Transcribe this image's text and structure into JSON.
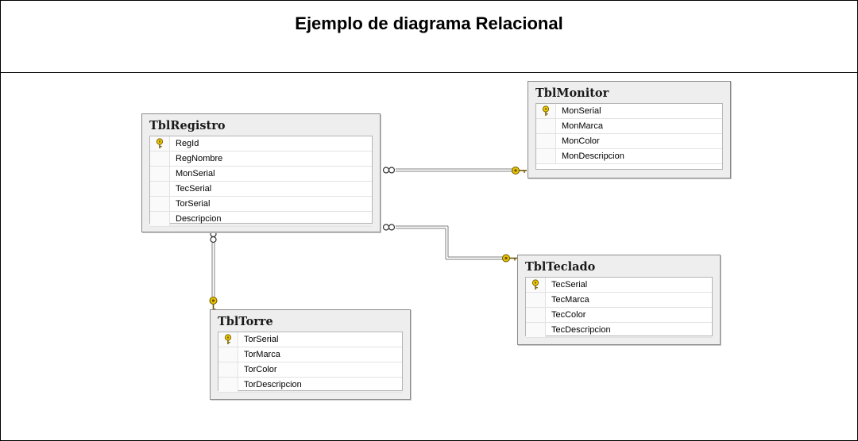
{
  "title": "Ejemplo de diagrama Relacional",
  "colors": {
    "table_bg": "#eeeeee",
    "line": "#808080",
    "key": "#e6c200"
  },
  "tables": {
    "registro": {
      "name": "TblRegistro",
      "fields": [
        "RegId",
        "RegNombre",
        "MonSerial",
        "TecSerial",
        "TorSerial",
        "Descripcion"
      ],
      "primary_key": "RegId"
    },
    "monitor": {
      "name": "TblMonitor",
      "fields": [
        "MonSerial",
        "MonMarca",
        "MonColor",
        "MonDescripcion"
      ],
      "primary_key": "MonSerial"
    },
    "teclado": {
      "name": "TblTeclado",
      "fields": [
        "TecSerial",
        "TecMarca",
        "TecColor",
        "TecDescripcion"
      ],
      "primary_key": "TecSerial"
    },
    "torre": {
      "name": "TblTorre",
      "fields": [
        "TorSerial",
        "TorMarca",
        "TorColor",
        "TorDescripcion"
      ],
      "primary_key": "TorSerial"
    }
  },
  "relationships": [
    {
      "from": "TblRegistro",
      "to": "TblMonitor"
    },
    {
      "from": "TblRegistro",
      "to": "TblTeclado"
    },
    {
      "from": "TblRegistro",
      "to": "TblTorre"
    }
  ]
}
